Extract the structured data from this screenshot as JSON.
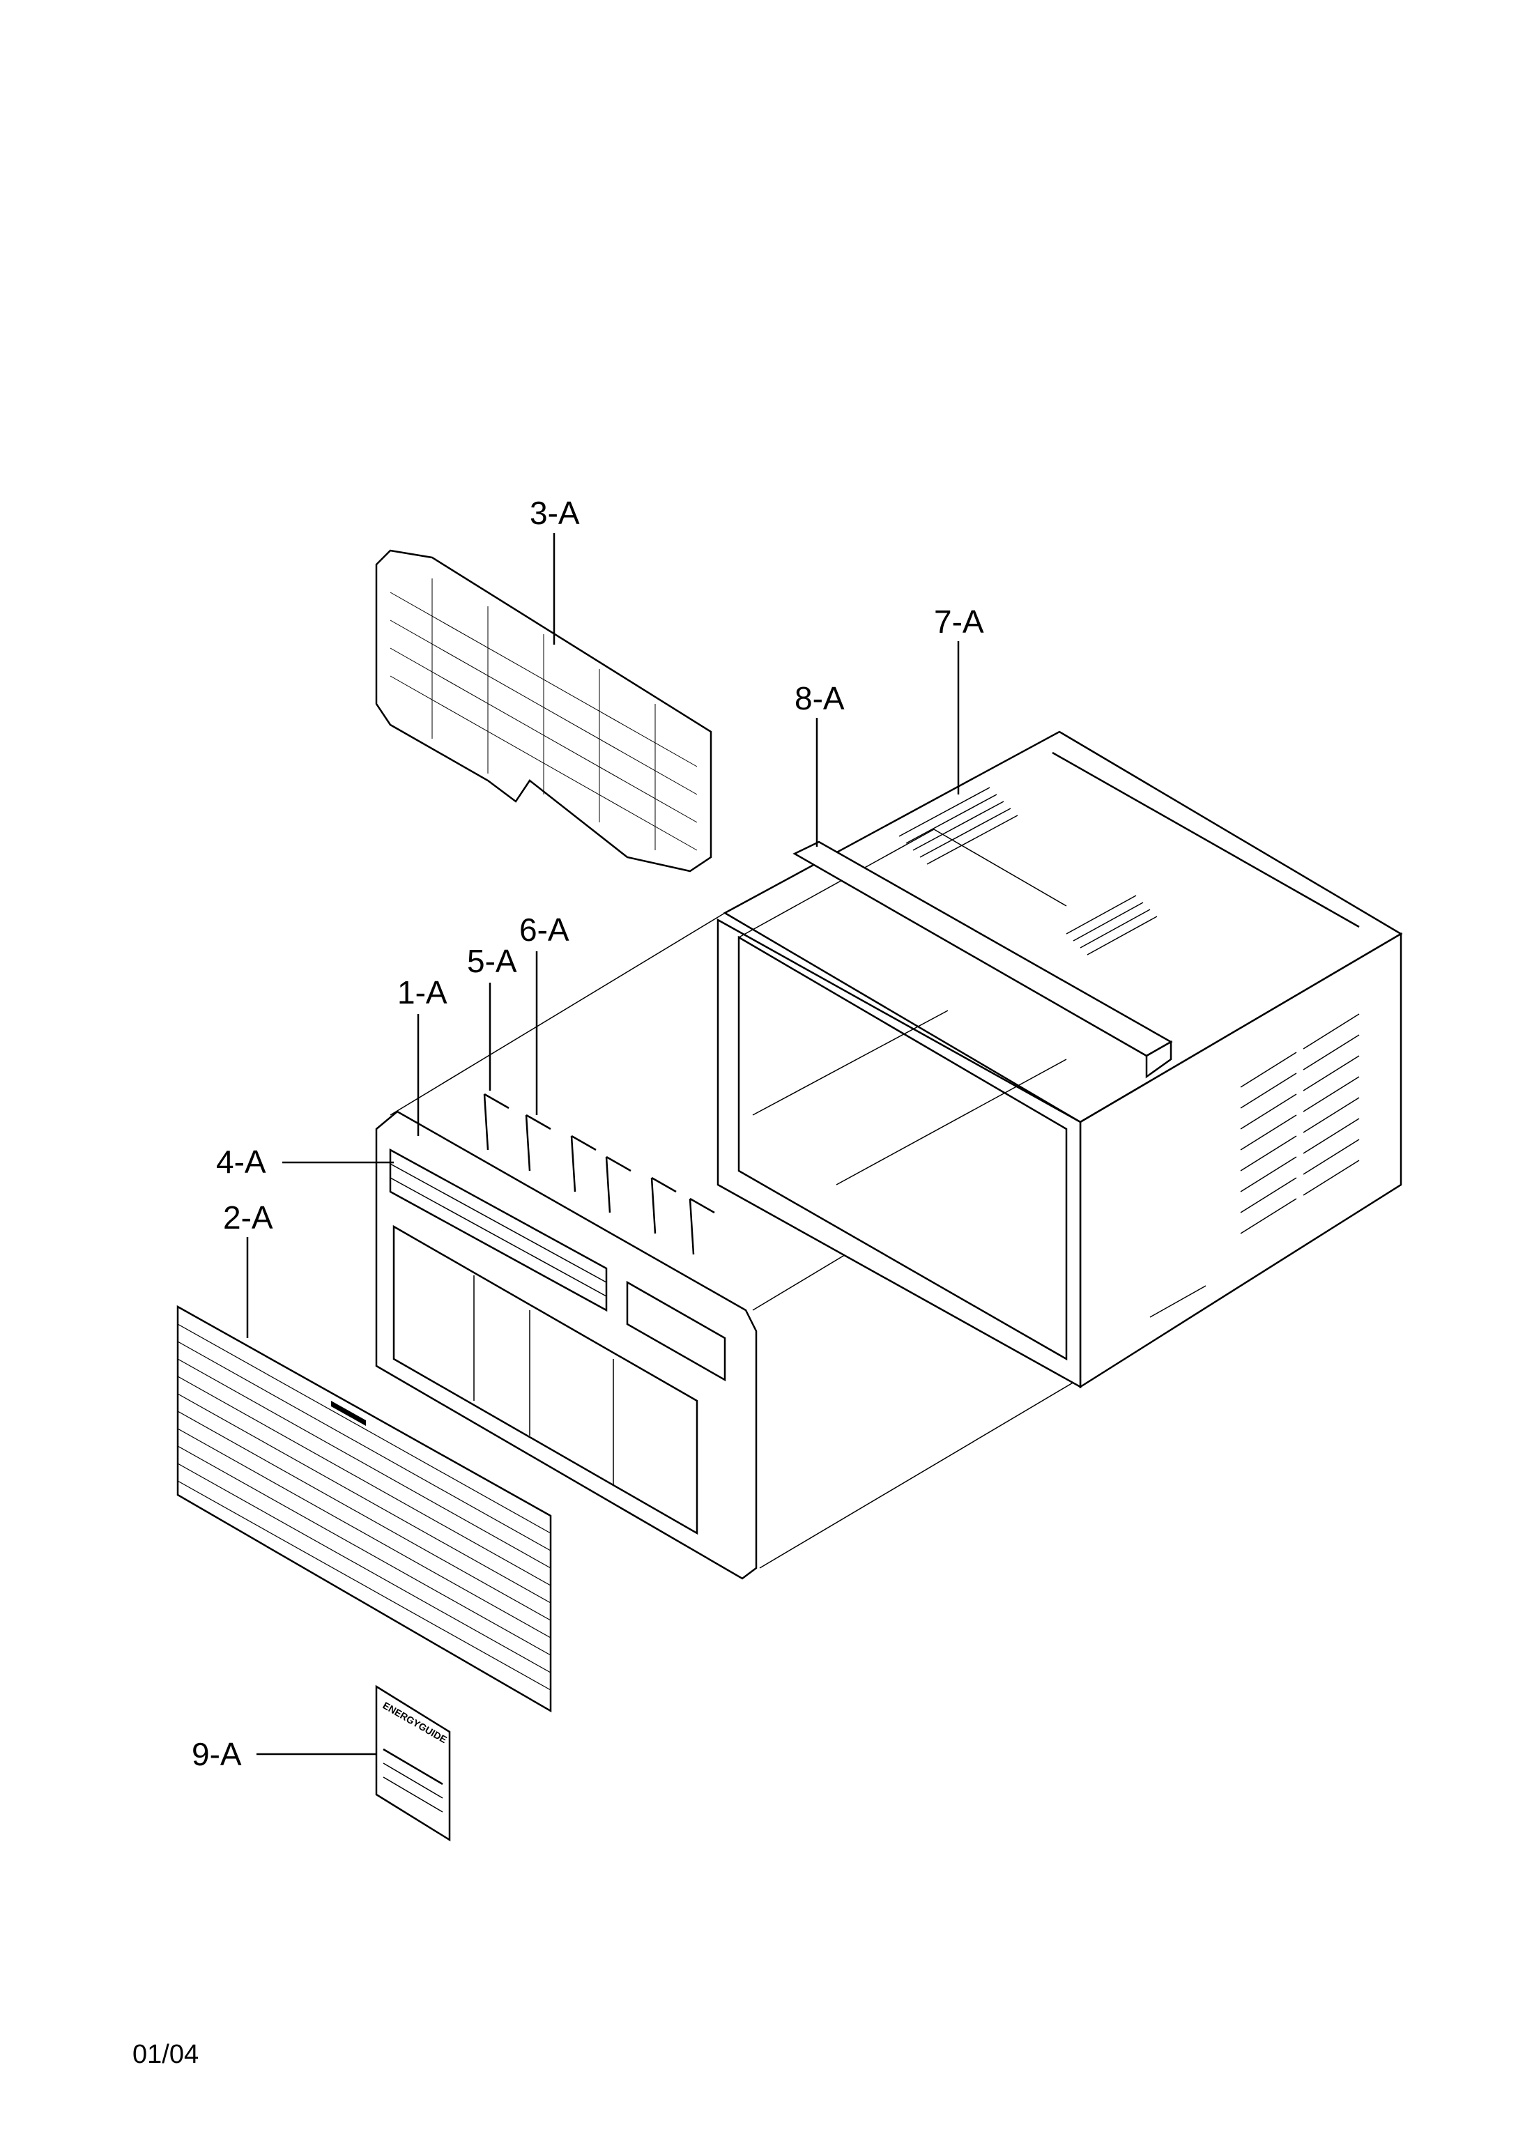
{
  "labels": {
    "part_1": "1-A",
    "part_2": "2-A",
    "part_3": "3-A",
    "part_4": "4-A",
    "part_5": "5-A",
    "part_6": "6-A",
    "part_7": "7-A",
    "part_8": "8-A",
    "part_9": "9-A"
  },
  "energy_guide": {
    "title": "ENERGYGUIDE"
  },
  "footer": {
    "date_code": "01/04"
  }
}
